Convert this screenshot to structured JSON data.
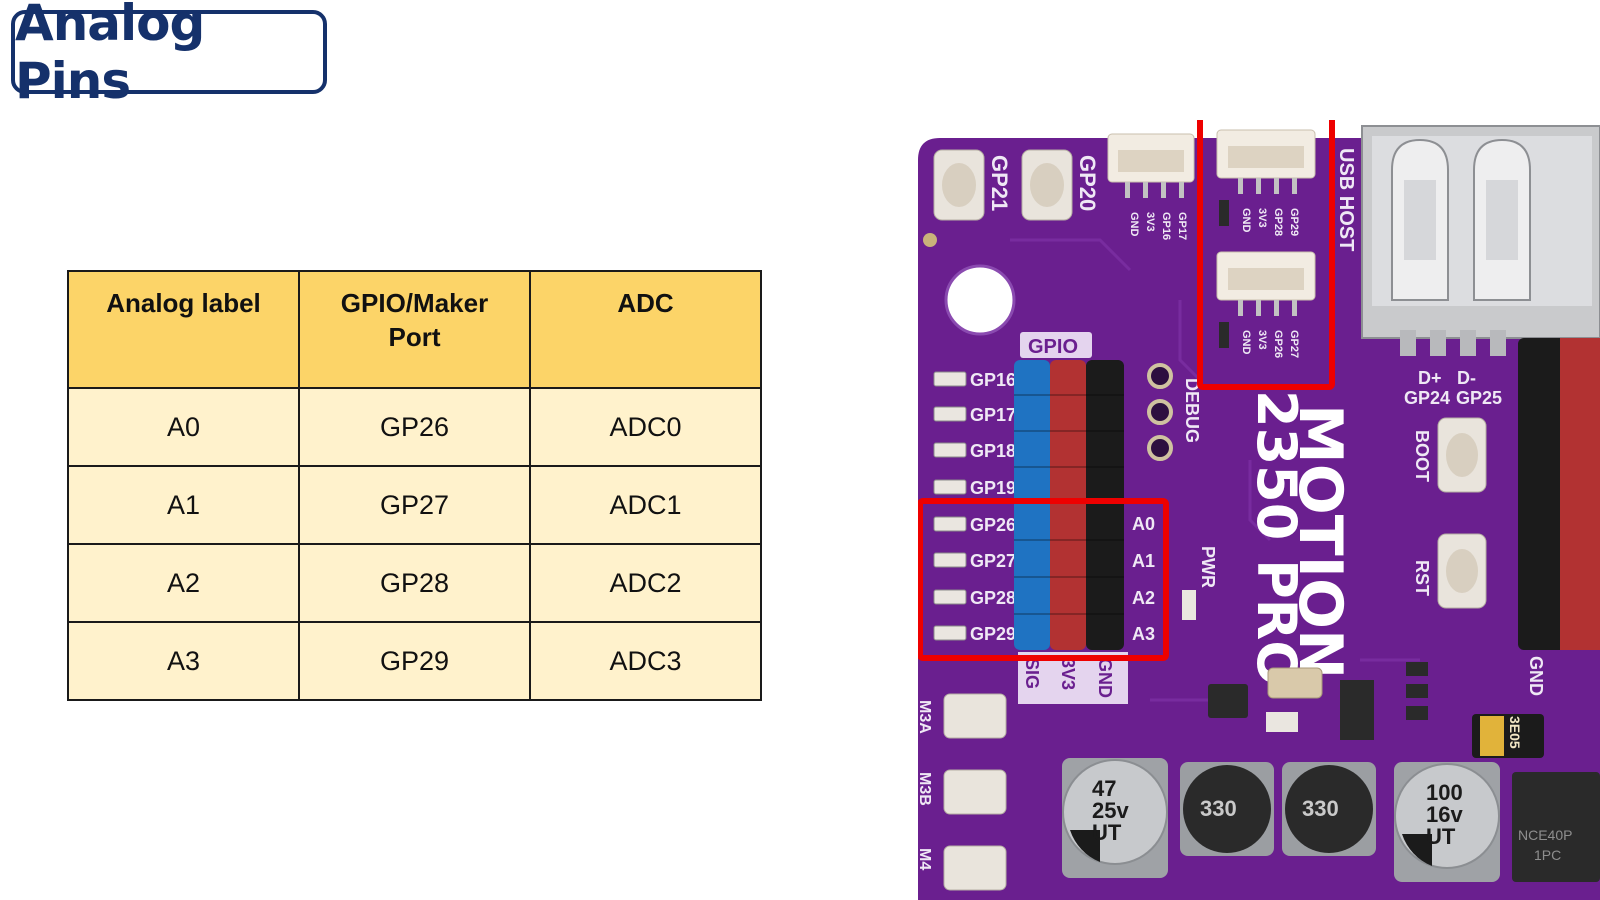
{
  "title": "Analog Pins",
  "table": {
    "headers": [
      "Analog label",
      "GPIO/Maker Port",
      "ADC"
    ],
    "rows": [
      [
        "A0",
        "GP26",
        "ADC0"
      ],
      [
        "A1",
        "GP27",
        "ADC1"
      ],
      [
        "A2",
        "GP28",
        "ADC2"
      ],
      [
        "A3",
        "GP29",
        "ADC3"
      ]
    ]
  },
  "board": {
    "button_labels": [
      "GP21",
      "GP20"
    ],
    "connector1_pins": [
      "GND",
      "3V3",
      "GP16",
      "GP17"
    ],
    "connector2_pins": [
      "GND",
      "3V3",
      "GP28",
      "GP29"
    ],
    "connector3_pins": [
      "GND",
      "3V3",
      "GP26",
      "GP27"
    ],
    "usb_label": "USB HOST",
    "gpio_header": "GPIO",
    "gpio_labels": [
      "GP16",
      "GP17",
      "GP18",
      "GP19",
      "GP26",
      "GP27",
      "GP28",
      "GP29"
    ],
    "analog_labels": [
      "A0",
      "A1",
      "A2",
      "A3"
    ],
    "column_labels": [
      "SIG",
      "3V3",
      "GND"
    ],
    "debug_label": "DEBUG",
    "pwr_label": "PWR",
    "brand_text": "MOTION",
    "model_text": "2350 PRO",
    "usb_pins": [
      "D+",
      "D-"
    ],
    "pin_labels": [
      "GP24",
      "GP25"
    ],
    "boot_label": "BOOT",
    "rst_label": "RST",
    "gnd_label": "GND",
    "motor_labels": [
      "M3A",
      "M3B",
      "M4"
    ],
    "capacitor1": [
      "47",
      "25v",
      "UT"
    ],
    "inductor_labels": [
      "330",
      "330"
    ],
    "capacitor2": [
      "100",
      "16v",
      "UT"
    ],
    "smd_label": "3E05",
    "mosfet_label": [
      "NCE40P",
      "1PC"
    ],
    "colors": {
      "board": "#6a1f8f",
      "highlight": "#ee0000",
      "signal_pin": "#1f73c2",
      "power_pin": "#b23232",
      "ground_pin": "#1b1b1b",
      "title": "#15316b",
      "table_header": "#fcd468",
      "table_cell": "#fff2cc"
    }
  }
}
